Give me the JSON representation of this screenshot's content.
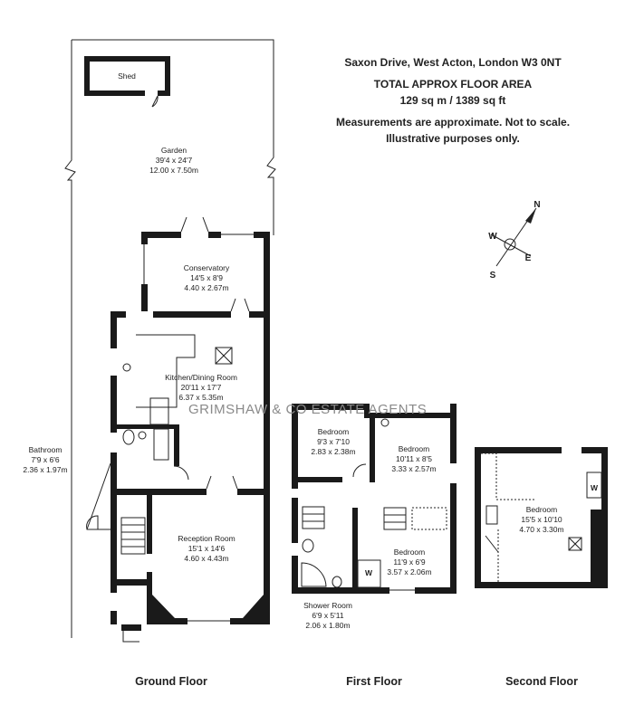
{
  "header": {
    "address": "Saxon Drive, West Acton, London W3 0NT",
    "area_title": "TOTAL APPROX FLOOR AREA",
    "area_value": "129 sq m / 1389 sq ft",
    "disclaimer_1": "Measurements are approximate. Not to scale.",
    "disclaimer_2": "Illustrative purposes only."
  },
  "compass": {
    "n": "N",
    "e": "E",
    "s": "S",
    "w": "W"
  },
  "watermark": "GRIMSHAW & CO ESTATE AGENTS",
  "floors": {
    "ground": "Ground Floor",
    "first": "First Floor",
    "second": "Second Floor"
  },
  "rooms": {
    "shed": {
      "name": "Shed"
    },
    "garden": {
      "name": "Garden",
      "imperial": "39'4 x 24'7",
      "metric": "12.00 x 7.50m"
    },
    "conservatory": {
      "name": "Conservatory",
      "imperial": "14'5 x 8'9",
      "metric": "4.40 x 2.67m"
    },
    "kitchen": {
      "name": "Kitchen/Dining Room",
      "imperial": "20'11 x 17'7",
      "metric": "6.37 x 5.35m"
    },
    "bathroom": {
      "name": "Bathroom",
      "imperial": "7'9 x 6'6",
      "metric": "2.36 x 1.97m"
    },
    "reception": {
      "name": "Reception Room",
      "imperial": "15'1 x 14'6",
      "metric": "4.60 x 4.43m"
    },
    "bedroom1": {
      "name": "Bedroom",
      "imperial": "9'3 x 7'10",
      "metric": "2.83 x 2.38m"
    },
    "bedroom2": {
      "name": "Bedroom",
      "imperial": "10'11 x 8'5",
      "metric": "3.33 x 2.57m"
    },
    "bedroom3": {
      "name": "Bedroom",
      "imperial": "11'9 x 6'9",
      "metric": "3.57 x 2.06m"
    },
    "shower": {
      "name": "Shower Room",
      "imperial": "6'9 x 5'11",
      "metric": "2.06 x 1.80m"
    },
    "bedroom4": {
      "name": "Bedroom",
      "imperial": "15'5 x 10'10",
      "metric": "4.70 x 3.30m"
    }
  },
  "wardrobe_label": "W"
}
